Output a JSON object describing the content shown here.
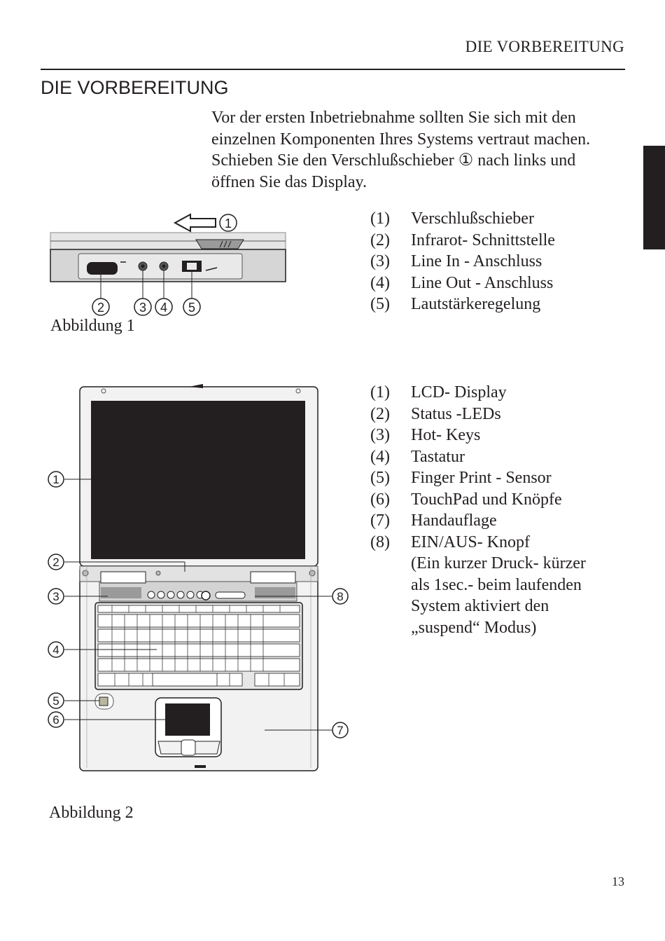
{
  "header": {
    "running_head": "DIE VORBEREITUNG"
  },
  "section": {
    "title": "DIE VORBEREITUNG"
  },
  "intro": {
    "lines": [
      "Vor der ersten Inbetriebnahme sollten Sie sich mit den",
      "einzelnen Komponenten Ihres Systems vertraut machen.",
      "Schieben Sie den Verschlußschieber ① nach links und",
      "öffnen Sie das Display."
    ]
  },
  "figure1": {
    "caption": "Abbildung 1",
    "callouts": [
      "1",
      "2",
      "3",
      "4",
      "5"
    ],
    "legend": [
      {
        "num": "(1)",
        "label": "Verschlußschieber"
      },
      {
        "num": "(2)",
        "label": "Infrarot- Schnittstelle"
      },
      {
        "num": "(3)",
        "label": "Line In - Anschluss"
      },
      {
        "num": "(4)",
        "label": "Line Out - Anschluss"
      },
      {
        "num": "(5)",
        "label": "Lautstärkeregelung"
      }
    ]
  },
  "figure2": {
    "caption": "Abbildung 2",
    "callouts": [
      "1",
      "2",
      "3",
      "4",
      "5",
      "6",
      "7",
      "8"
    ],
    "legend": [
      {
        "num": "(1)",
        "label": "LCD- Display"
      },
      {
        "num": "(2)",
        "label": "Status -LEDs"
      },
      {
        "num": "(3)",
        "label": "Hot- Keys"
      },
      {
        "num": "(4)",
        "label": "Tastatur"
      },
      {
        "num": "(5)",
        "label": "Finger Print - Sensor"
      },
      {
        "num": "(6)",
        "label": "TouchPad und Knöpfe"
      },
      {
        "num": "(7)",
        "label": "Handauflage"
      },
      {
        "num": "(8)",
        "label": "EIN/AUS- Knopf"
      }
    ],
    "note_lines": [
      "(Ein kurzer Druck- kürzer",
      "als 1sec.- beim laufenden",
      "System aktiviert den",
      "„suspend“ Modus)"
    ]
  },
  "footer": {
    "page_number": "13"
  },
  "colors": {
    "ink": "#231f20",
    "panel": "#d9d9d9",
    "screen": "#231f20"
  }
}
